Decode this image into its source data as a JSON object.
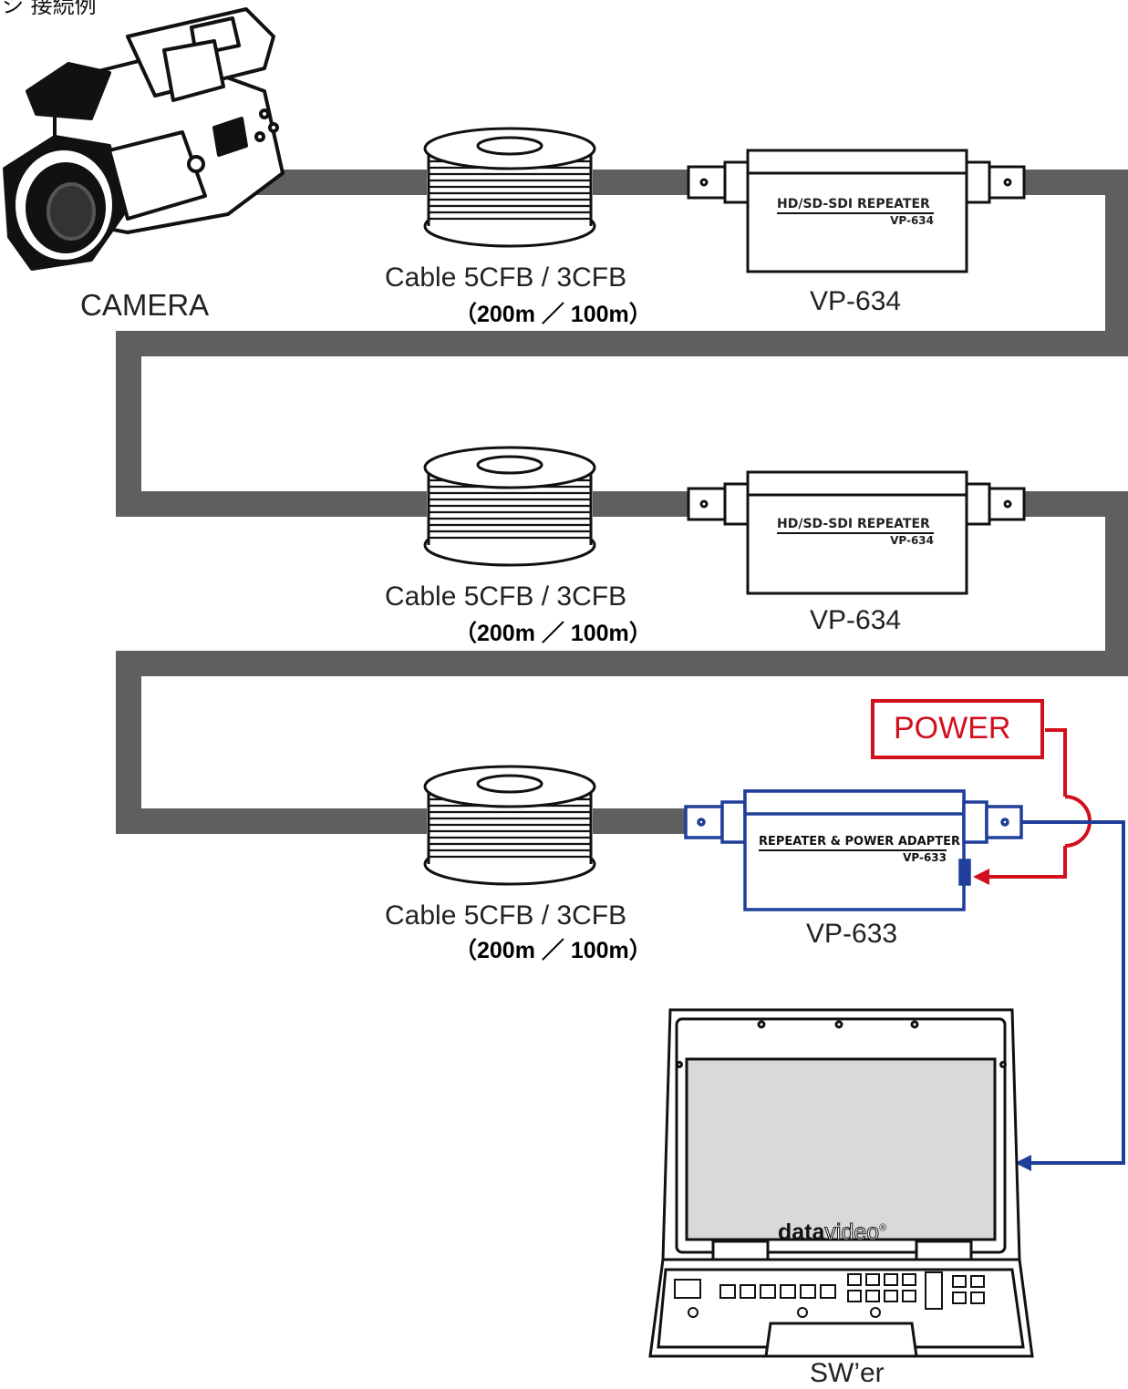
{
  "heading": "シ 接続例",
  "camera": {
    "label": "CAMERA"
  },
  "cables": [
    {
      "label": "Cable 5CFB / 3CFB",
      "spec": "（200m ／ 100m）"
    },
    {
      "label": "Cable 5CFB / 3CFB",
      "spec": "（200m ／ 100m）"
    },
    {
      "label": "Cable 5CFB / 3CFB",
      "spec": "（200m ／ 100m）"
    }
  ],
  "repeaters": [
    {
      "label": "VP-634",
      "plate_title": "HD/SD-SDI REPEATER",
      "plate_model": "VP-634"
    },
    {
      "label": "VP-634",
      "plate_title": "HD/SD-SDI REPEATER",
      "plate_model": "VP-634"
    },
    {
      "label": "VP-633",
      "plate_title": "REPEATER & POWER ADAPTER",
      "plate_model": "VP-633"
    }
  ],
  "power": {
    "label": "POWER"
  },
  "switcher": {
    "label": "SW’er",
    "brand_bold": "data",
    "brand_light": "video",
    "brand_mark": "®"
  },
  "colors": {
    "cable": "#5f5f5f",
    "signal": "#1f3f9a",
    "power": "#d2101d",
    "outline": "#111111",
    "screen": "#d9d9d9"
  },
  "icons": [
    "video-camera-icon",
    "cable-reel-icon",
    "repeater-device-icon",
    "power-adapter-device-icon",
    "switcher-laptop-icon"
  ]
}
